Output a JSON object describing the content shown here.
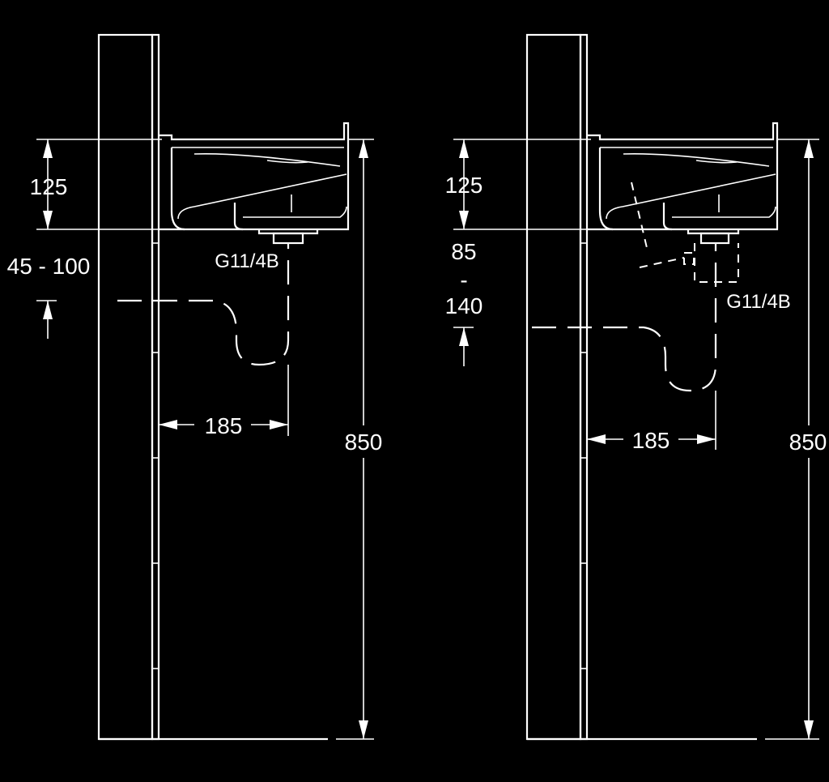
{
  "left_drawing": {
    "dim_top": "125",
    "dim_middle": "45 - 100",
    "thread_label": "G11/4B",
    "dim_horizontal": "185",
    "dim_height": "850"
  },
  "right_drawing": {
    "dim_top": "125",
    "dim_middle_a": "85",
    "dim_middle_b": "-",
    "dim_middle_c": "140",
    "thread_label": "G11/4B",
    "dim_horizontal": "185",
    "dim_height": "850"
  },
  "colors": {
    "background": "#000000",
    "line": "#ffffff"
  }
}
